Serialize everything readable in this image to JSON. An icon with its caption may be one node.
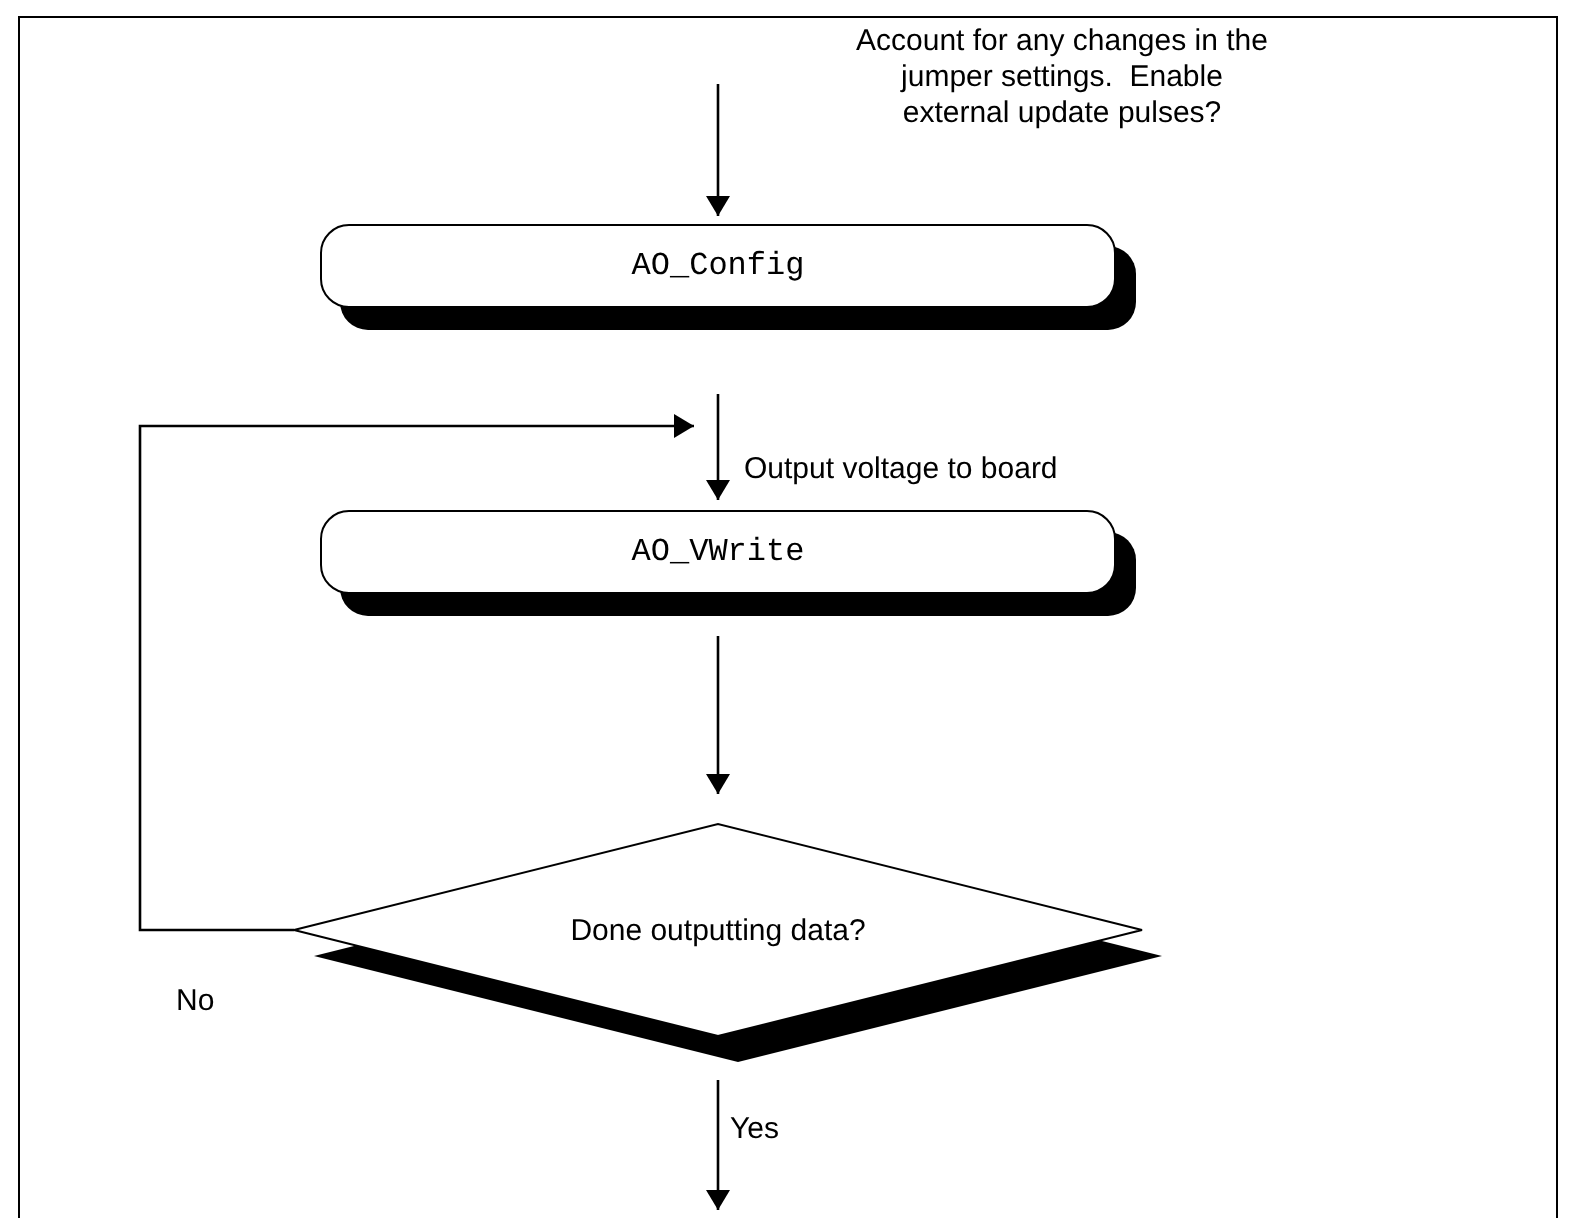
{
  "diagram": {
    "nodes": [
      {
        "text": [
          "AO_Config"
        ]
      },
      {
        "text": [
          "AO_VWrite"
        ]
      },
      {
        "text": [
          "Done outputting data?"
        ]
      }
    ],
    "edges": [
      {
        "from": null,
        "to": 0,
        "arrow": "to",
        "label": "Account for any changes in the jumper settings.  Enable external update pulses?"
      },
      {
        "from": 0,
        "to": 1,
        "arrow": "to",
        "label": "Output voltage to board"
      },
      {
        "from": 1,
        "to": 2,
        "arrow": "to"
      },
      {
        "from": 2,
        "to": 1,
        "arrow": "to",
        "label": "No"
      },
      {
        "from": 2,
        "to": null,
        "arrow": "to",
        "label": "Yes"
      }
    ]
  }
}
